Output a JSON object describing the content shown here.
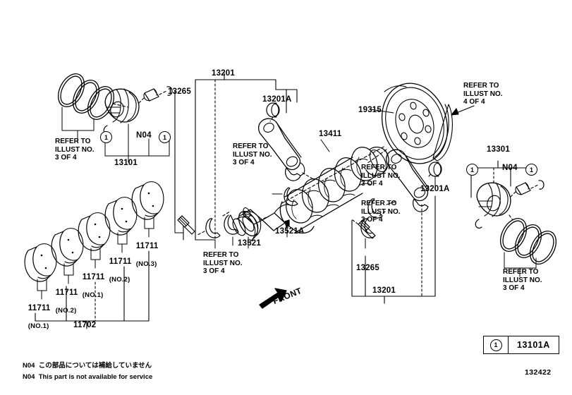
{
  "diagram": {
    "id": "132422",
    "front_marker": "FRONT",
    "refer_3of4": "REFER TO\nILLUST NO.\n3 OF 4",
    "refer_4of4": "REFER TO\nILLUST NO.\n4 OF 4",
    "refer_short": "REFER TO\nILLUST NO.",
    "na_code": "N04",
    "callout_number": "1"
  },
  "legend": {
    "marker": "1",
    "part_number": "13101A"
  },
  "footnotes": {
    "japanese": "N04  この部品については補給していません",
    "english": "N04  This part is not available for service"
  },
  "parts": {
    "piston_left": "13101",
    "piston_right": "13301",
    "connecting_rod_left": "13201",
    "connecting_rod_right": "13201",
    "rod_bushing_left": "13201A",
    "rod_bushing_right": "13201A",
    "rod_bolt_left": "13265",
    "rod_bolt_right": "13265",
    "crankshaft": "13411",
    "crank_pulley": "13521",
    "crank_key": "13521A",
    "flywheel": "19315",
    "bearing_set": "11702"
  },
  "bearings": [
    {
      "number": "11711",
      "sub": "(NO.1)"
    },
    {
      "number": "11711",
      "sub": "(NO.2)"
    },
    {
      "number": "11711",
      "sub": "(NO.1)"
    },
    {
      "number": "11711",
      "sub": "(NO.2)"
    },
    {
      "number": "11711",
      "sub": "(NO.3)"
    }
  ],
  "colors": {
    "line": "#000000",
    "background": "#ffffff"
  }
}
